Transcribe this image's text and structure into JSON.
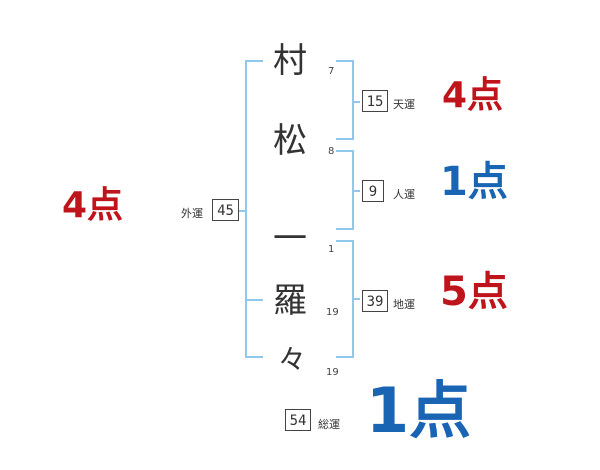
{
  "colors": {
    "bracket": "#8ec8ea",
    "score_red": "#c0141c",
    "score_blue": "#1a64b4"
  },
  "name": {
    "characters": [
      {
        "char": "村",
        "strokes": "7"
      },
      {
        "char": "松",
        "strokes": "8"
      },
      {
        "char": "一",
        "strokes": "1"
      },
      {
        "char": "羅",
        "strokes": "19"
      },
      {
        "char": "々",
        "strokes": "19"
      }
    ]
  },
  "fortunes": {
    "tenkaku": {
      "value": "15",
      "label": "天運",
      "score": "4点",
      "color": "red"
    },
    "jinkaku": {
      "value": "9",
      "label": "人運",
      "score": "1点",
      "color": "blue"
    },
    "chikaku": {
      "value": "39",
      "label": "地運",
      "score": "5点",
      "color": "red"
    },
    "gaikaku": {
      "value": "45",
      "label": "外運",
      "score": "4点",
      "color": "red"
    },
    "soukaku": {
      "value": "54",
      "label": "総運",
      "score": "1点",
      "color": "blue"
    }
  }
}
